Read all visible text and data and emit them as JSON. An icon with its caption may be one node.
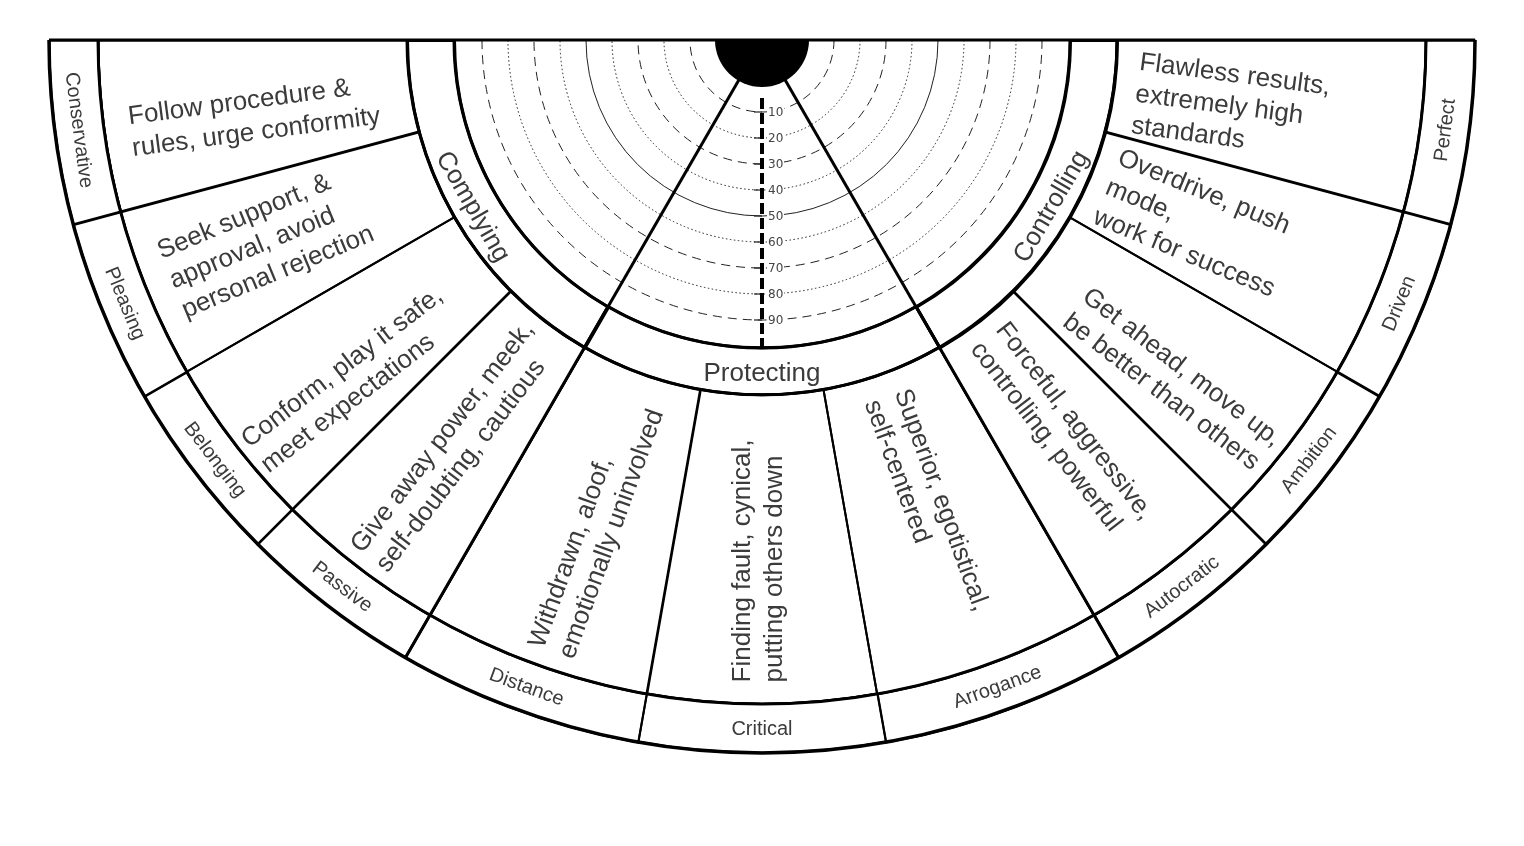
{
  "diagram": {
    "nodes": [
      {
        "text": [
          "Complying"
        ]
      },
      {
        "text": [
          "Protecting"
        ]
      },
      {
        "text": [
          "Controlling"
        ]
      },
      {
        "text": [
          "Follow procedure & rules, urge conformity"
        ]
      },
      {
        "text": [
          "Seek support, & approval, avoid personal rejection"
        ]
      },
      {
        "text": [
          "Conform, play it safe, meet expectations"
        ]
      },
      {
        "text": [
          "Give away power, meek, self-doubting, cautious"
        ]
      },
      {
        "text": [
          "Withdrawn, aloof, emotionally uninvolved"
        ]
      },
      {
        "text": [
          "Finding fault, cynical, putting others down"
        ]
      },
      {
        "text": [
          "Superior, egotistical, self-centered"
        ]
      },
      {
        "text": [
          "Forceful, aggressive, controlling, powerful"
        ]
      },
      {
        "text": [
          "Get ahead, move up, be better than others"
        ]
      },
      {
        "text": [
          "Overdrive, push mode, work for success"
        ]
      },
      {
        "text": [
          "Flawless results, extremely high standards"
        ]
      },
      {
        "text": [
          "Conservative"
        ]
      },
      {
        "text": [
          "Pleasing"
        ]
      },
      {
        "text": [
          "Belonging"
        ]
      },
      {
        "text": [
          "Passive"
        ]
      },
      {
        "text": [
          "Distance"
        ]
      },
      {
        "text": [
          "Critical"
        ]
      },
      {
        "text": [
          "Arrogance"
        ]
      },
      {
        "text": [
          "Autocratic"
        ]
      },
      {
        "text": [
          "Ambition"
        ]
      },
      {
        "text": [
          "Driven"
        ]
      },
      {
        "text": [
          "Perfect"
        ]
      }
    ],
    "labels": [
      "10",
      "20",
      "30",
      "40",
      "50",
      "60",
      "70",
      "80",
      "90"
    ]
  }
}
